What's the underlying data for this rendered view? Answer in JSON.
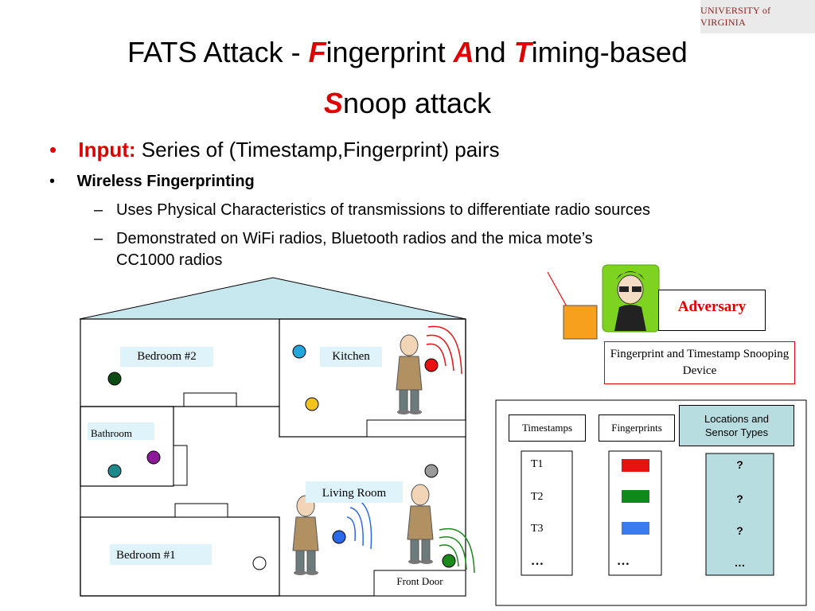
{
  "logo": {
    "text": "UNIVERSITY of VIRGINIA"
  },
  "title": {
    "part1": "FATS Attack - ",
    "f": "F",
    "part2": "ingerprint ",
    "a": "A",
    "part3": "nd ",
    "t": "T",
    "part4": "iming-based",
    "s": "S",
    "part5": "noop attack"
  },
  "bullets": {
    "input_label": "Input:",
    "input_text": " Series of (Timestamp,Fingerprint) pairs",
    "wf_label": "Wireless Fingerprinting",
    "sub1": "Uses Physical Characteristics of transmissions to differentiate radio sources",
    "sub2_line1": "Demonstrated on WiFi radios, Bluetooth radios and the mica mote’s",
    "sub2_line2": "CC1000 radios",
    "dash": "–",
    "dot": "•"
  },
  "house": {
    "bedroom2": "Bedroom #2",
    "kitchen": "Kitchen",
    "bathroom": "Bathroom",
    "living_room": "Living Room",
    "bedroom1": "Bedroom #1",
    "front_door": "Front Door"
  },
  "adversary": {
    "label": "Adversary",
    "device": "Fingerprint and Timestamp Snooping Device"
  },
  "table": {
    "col1": "Timestamps",
    "col2": "Fingerprints",
    "col3": "Locations and Sensor Types",
    "timestamps": [
      "T1",
      "T2",
      "T3",
      "…"
    ],
    "fingerprint_more": "…",
    "locations": [
      "?",
      "?",
      "?",
      "…"
    ]
  },
  "colors": {
    "accent_red": "#e00000",
    "roof": "#c6e7ee",
    "label_bg": "#dff3fb",
    "table_teal": "#b8dde0"
  }
}
